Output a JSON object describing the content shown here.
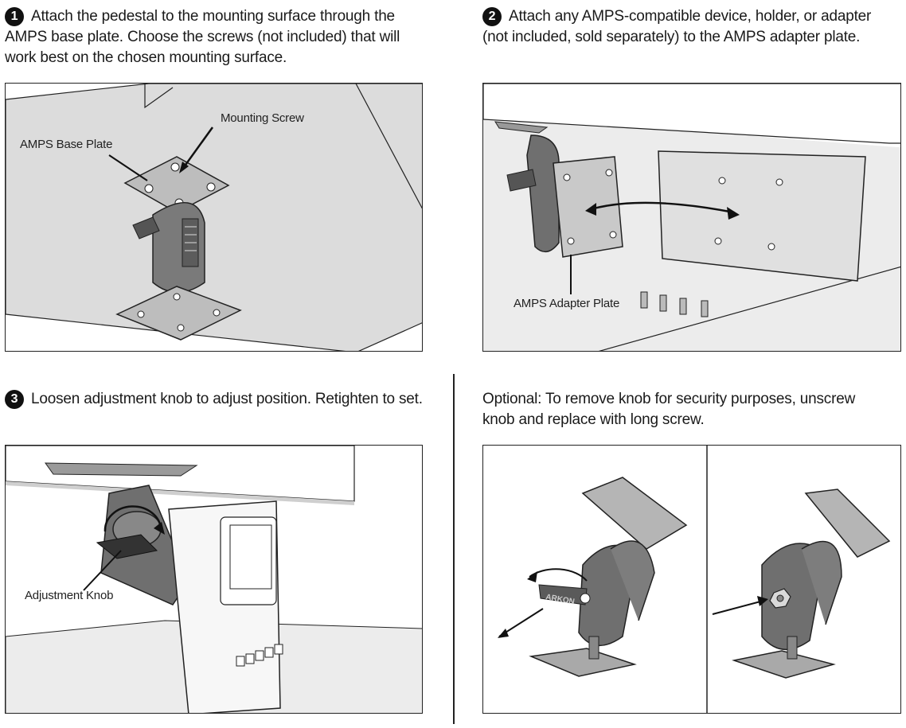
{
  "steps": [
    {
      "number": "1",
      "text": "Attach the pedestal to the mounting surface through the AMPS base plate. Choose the screws (not included) that will work best on the chosen mounting surface."
    },
    {
      "number": "2",
      "text": "Attach any AMPS-compatible device, holder, or adapter (not included, sold separately) to the AMPS adapter plate."
    },
    {
      "number": "3",
      "text": "Loosen adjustment knob to adjust position. Retighten to set."
    }
  ],
  "optional": {
    "text": "Optional: To remove knob for security purposes, unscrew knob and replace with long screw."
  },
  "labels": {
    "mounting_screw": "Mounting Screw",
    "amps_base_plate": "AMPS Base Plate",
    "amps_adapter_plate": "AMPS Adapter Plate",
    "adjustment_knob": "Adjustment Knob"
  },
  "brand_mark": "ARKON",
  "colors": {
    "line": "#222222",
    "surface": "#e4e4e4",
    "shade": "#bdbdbd",
    "metal": "#9a9a9a",
    "rubber": "#6f6f6f"
  }
}
